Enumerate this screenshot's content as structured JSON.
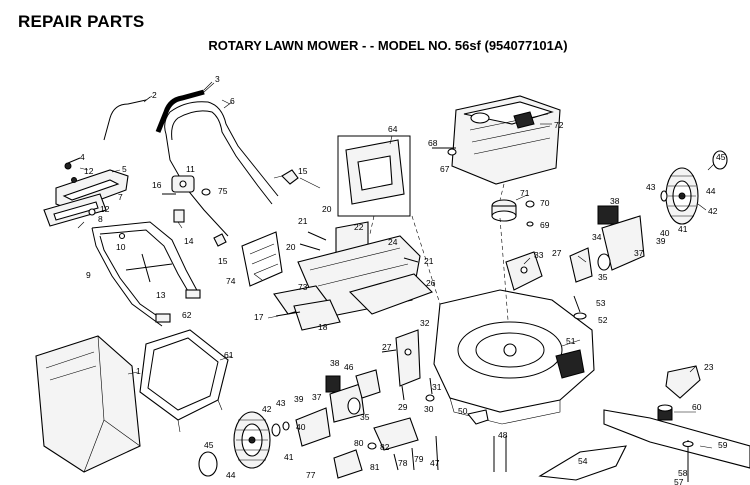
{
  "header": {
    "title": "REPAIR PARTS",
    "subtitle": "ROTARY LAWN MOWER - - MODEL NO. 56sf (954077101A)"
  },
  "callouts": [
    {
      "id": "c2",
      "text": "2"
    },
    {
      "id": "c3",
      "text": "3"
    },
    {
      "id": "c6",
      "text": "6"
    },
    {
      "id": "c4",
      "text": "4"
    },
    {
      "id": "c12a",
      "text": "12"
    },
    {
      "id": "c5",
      "text": "5"
    },
    {
      "id": "c12b",
      "text": "12"
    },
    {
      "id": "c7",
      "text": "7"
    },
    {
      "id": "c8",
      "text": "8"
    },
    {
      "id": "c11",
      "text": "11"
    },
    {
      "id": "c16",
      "text": "16"
    },
    {
      "id": "c75",
      "text": "75"
    },
    {
      "id": "c15a",
      "text": "15"
    },
    {
      "id": "c14",
      "text": "14"
    },
    {
      "id": "c15b",
      "text": "15"
    },
    {
      "id": "c10",
      "text": "10"
    },
    {
      "id": "c9",
      "text": "9"
    },
    {
      "id": "c13",
      "text": "13"
    },
    {
      "id": "c62",
      "text": "62"
    },
    {
      "id": "c64",
      "text": "64"
    },
    {
      "id": "c68",
      "text": "68"
    },
    {
      "id": "c67",
      "text": "67"
    },
    {
      "id": "c72",
      "text": "72"
    },
    {
      "id": "c71",
      "text": "71"
    },
    {
      "id": "c70",
      "text": "70"
    },
    {
      "id": "c69",
      "text": "69"
    },
    {
      "id": "c45a",
      "text": "45"
    },
    {
      "id": "c43a",
      "text": "43"
    },
    {
      "id": "c44a",
      "text": "44"
    },
    {
      "id": "c42a",
      "text": "42"
    },
    {
      "id": "c38a",
      "text": "38"
    },
    {
      "id": "c40a",
      "text": "40"
    },
    {
      "id": "c41a",
      "text": "41"
    },
    {
      "id": "c34",
      "text": "34"
    },
    {
      "id": "c39a",
      "text": "39"
    },
    {
      "id": "c37a",
      "text": "37"
    },
    {
      "id": "c27a",
      "text": "27"
    },
    {
      "id": "c33",
      "text": "33"
    },
    {
      "id": "c35a",
      "text": "35"
    },
    {
      "id": "c20a",
      "text": "20"
    },
    {
      "id": "c21a",
      "text": "21"
    },
    {
      "id": "c22",
      "text": "22"
    },
    {
      "id": "c20b",
      "text": "20"
    },
    {
      "id": "c24",
      "text": "24"
    },
    {
      "id": "c21b",
      "text": "21"
    },
    {
      "id": "c74",
      "text": "74"
    },
    {
      "id": "c73",
      "text": "73"
    },
    {
      "id": "c26",
      "text": "26"
    },
    {
      "id": "c17",
      "text": "17"
    },
    {
      "id": "c18",
      "text": "18"
    },
    {
      "id": "c32",
      "text": "32"
    },
    {
      "id": "c53",
      "text": "53"
    },
    {
      "id": "c52",
      "text": "52"
    },
    {
      "id": "c51",
      "text": "51"
    },
    {
      "id": "c27b",
      "text": "27"
    },
    {
      "id": "c1",
      "text": "1"
    },
    {
      "id": "c61",
      "text": "61"
    },
    {
      "id": "c38b",
      "text": "38"
    },
    {
      "id": "c46",
      "text": "46"
    },
    {
      "id": "c37b",
      "text": "37"
    },
    {
      "id": "c35b",
      "text": "35"
    },
    {
      "id": "c29",
      "text": "29"
    },
    {
      "id": "c31",
      "text": "31"
    },
    {
      "id": "c30",
      "text": "30"
    },
    {
      "id": "c43b",
      "text": "43"
    },
    {
      "id": "c42b",
      "text": "42"
    },
    {
      "id": "c39b",
      "text": "39"
    },
    {
      "id": "c40b",
      "text": "40"
    },
    {
      "id": "c41b",
      "text": "41"
    },
    {
      "id": "c45b",
      "text": "45"
    },
    {
      "id": "c44b",
      "text": "44"
    },
    {
      "id": "c50",
      "text": "50"
    },
    {
      "id": "c80",
      "text": "80"
    },
    {
      "id": "c82",
      "text": "82"
    },
    {
      "id": "c81",
      "text": "81"
    },
    {
      "id": "c78",
      "text": "78"
    },
    {
      "id": "c79",
      "text": "79"
    },
    {
      "id": "c77",
      "text": "77"
    },
    {
      "id": "c48",
      "text": "48"
    },
    {
      "id": "c47",
      "text": "47"
    },
    {
      "id": "c54",
      "text": "54"
    },
    {
      "id": "c23",
      "text": "23"
    },
    {
      "id": "c60",
      "text": "60"
    },
    {
      "id": "c59",
      "text": "59"
    },
    {
      "id": "c58",
      "text": "58"
    },
    {
      "id": "c57",
      "text": "57"
    }
  ]
}
